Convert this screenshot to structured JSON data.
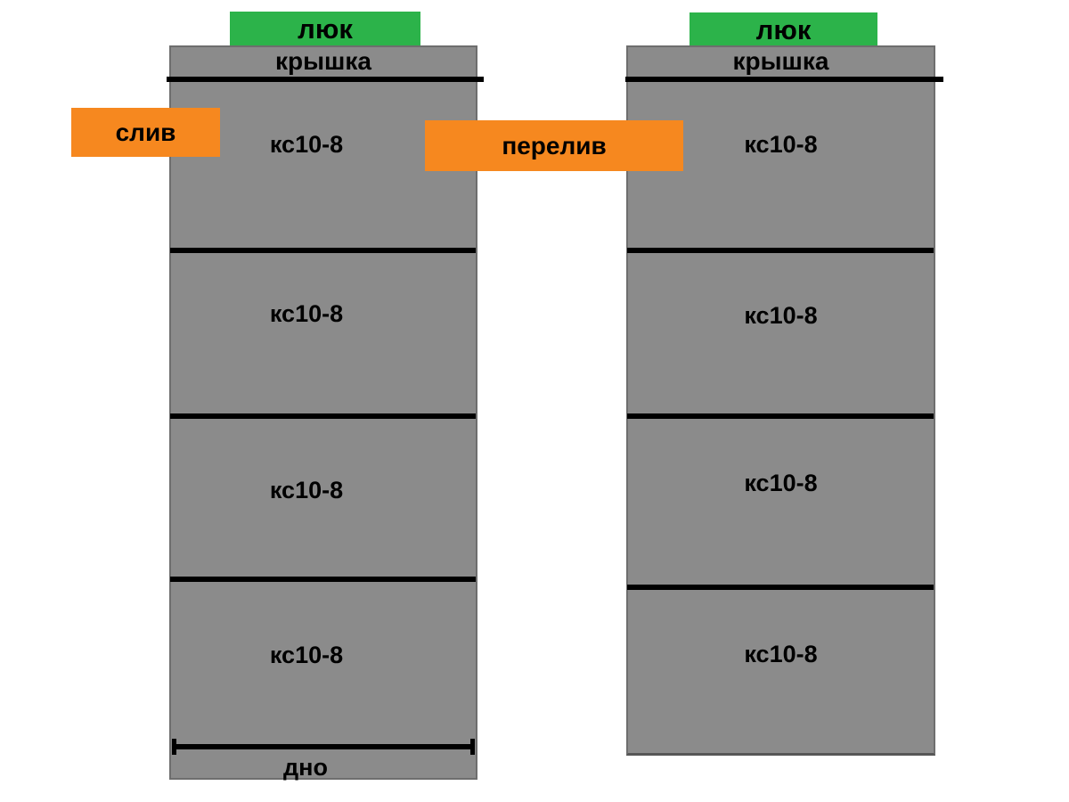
{
  "diagram": {
    "wells": {
      "left": {
        "hatch_label": "люк",
        "cover_label": "крышка",
        "rings": [
          {
            "label": "кс10-8"
          },
          {
            "label": "кс10-8"
          },
          {
            "label": "кс10-8"
          },
          {
            "label": "кс10-8"
          }
        ],
        "bottom_label": "дно"
      },
      "right": {
        "hatch_label": "люк",
        "cover_label": "крышка",
        "rings": [
          {
            "label": "кс10-8"
          },
          {
            "label": "кс10-8"
          },
          {
            "label": "кс10-8"
          },
          {
            "label": "кс10-8"
          }
        ]
      }
    },
    "callouts": {
      "drain_label": "слив",
      "overflow_label": "перелив"
    },
    "colors": {
      "ring_gray": "#8b8b8b",
      "hatch_green": "#2cb34a",
      "callout_orange": "#f6881f",
      "line_black": "#000000"
    }
  }
}
